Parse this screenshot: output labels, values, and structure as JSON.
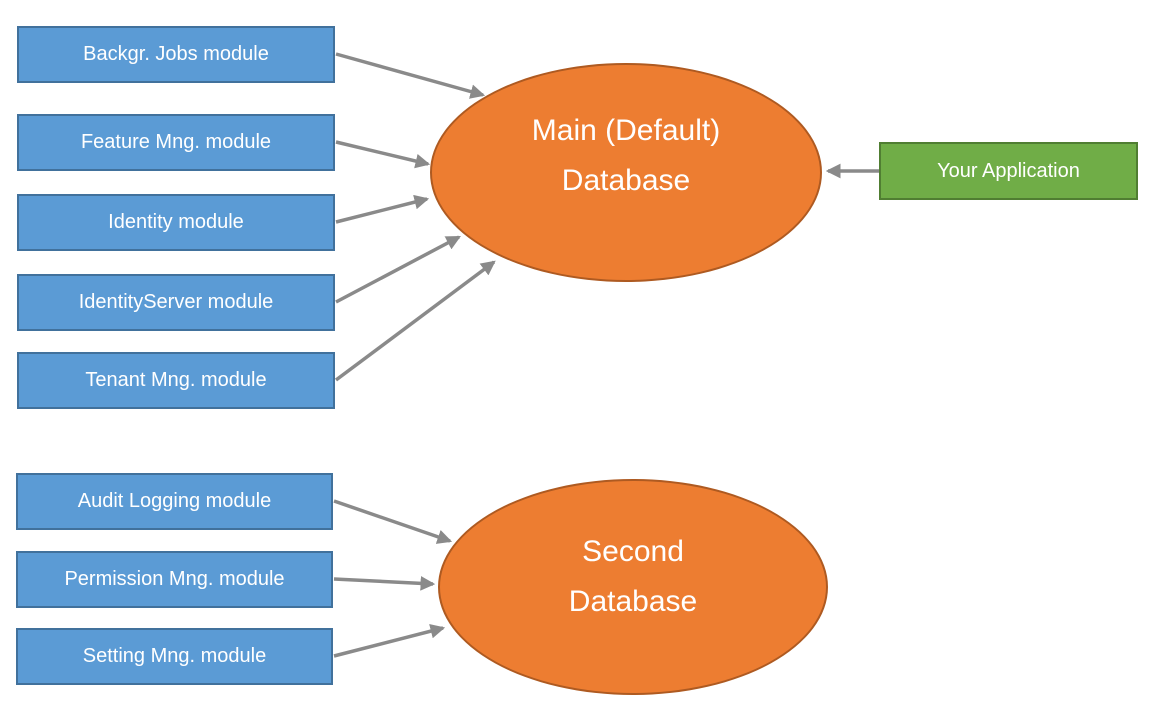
{
  "diagram": {
    "main_group": {
      "modules": [
        "Backgr. Jobs module",
        "Feature Mng. module",
        "Identity module",
        "IdentityServer module",
        "Tenant Mng. module"
      ],
      "database": {
        "lines": [
          "Main (Default)",
          "Database"
        ]
      }
    },
    "second_group": {
      "modules": [
        "Audit Logging module",
        "Permission Mng. module",
        "Setting Mng. module"
      ],
      "database": {
        "lines": [
          "Second",
          "Database"
        ]
      }
    },
    "application": {
      "label": "Your Application"
    },
    "colors": {
      "module_fill": "#5B9BD5",
      "module_border": "#41719C",
      "database_fill": "#ED7D31",
      "database_border": "#AE5A21",
      "application_fill": "#70AD47",
      "application_border": "#507E32",
      "arrow": "#8A8A8A",
      "label_text": "#FFFFFF",
      "background": "#FFFFFF"
    }
  }
}
